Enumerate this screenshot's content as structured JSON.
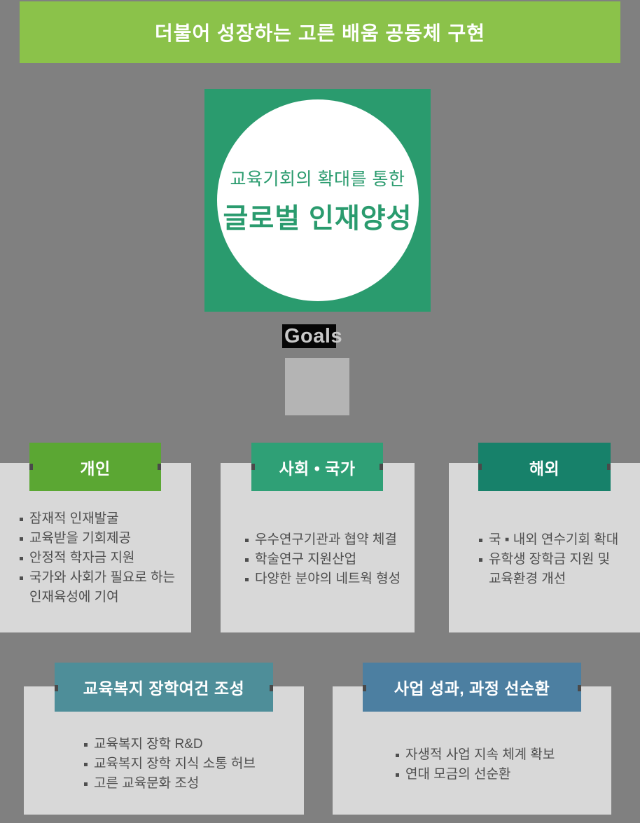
{
  "background_color": "#808080",
  "panel_color": "#d8d8d8",
  "banner": {
    "title": "더불어 성장하는 고른 배움 공동체 구현",
    "bg": "#8bc24a"
  },
  "goal": {
    "subtitle": "교육기회의 확대를 통한",
    "title": "글로벌 인재양성",
    "bg": "#2a9b6e",
    "text_color": "#2a9b6e",
    "label": "Goals",
    "label_color": "#c8c8c8",
    "label_highlight": "#060606",
    "connector_color": "#b4b4b4"
  },
  "columns": [
    {
      "header": "개인",
      "header_bg": "#5ba733",
      "items": [
        "잠재적 인재발굴",
        "교육받을 기회제공",
        "안정적 학자금 지원",
        "국가와 사회가 필요로 하는\n인재육성에 기여"
      ]
    },
    {
      "header": "사회 • 국가",
      "header_bg": "#2fa076",
      "items": [
        "우수연구기관과 협약 체결",
        "학술연구 지원산업",
        "다양한 분야의 네트웍 형성"
      ]
    },
    {
      "header": "해외",
      "header_bg": "#17816a",
      "items": [
        "국 ▪ 내외 연수기회 확대",
        "유학생 장학금 지원 및\n교육환경 개선"
      ]
    }
  ],
  "bottom_sections": [
    {
      "header": "교육복지 장학여건 조성",
      "header_bg": "#4e8e99",
      "items": [
        "교육복지 장학 R&D",
        "교육복지 장학 지식 소통 허브",
        "고른 교육문화 조성"
      ]
    },
    {
      "header": "사업 성과, 과정 선순환",
      "header_bg": "#4c7fa1",
      "items": [
        "자생적 사업 지속 체계 확보",
        "연대 모금의 선순환"
      ]
    }
  ]
}
